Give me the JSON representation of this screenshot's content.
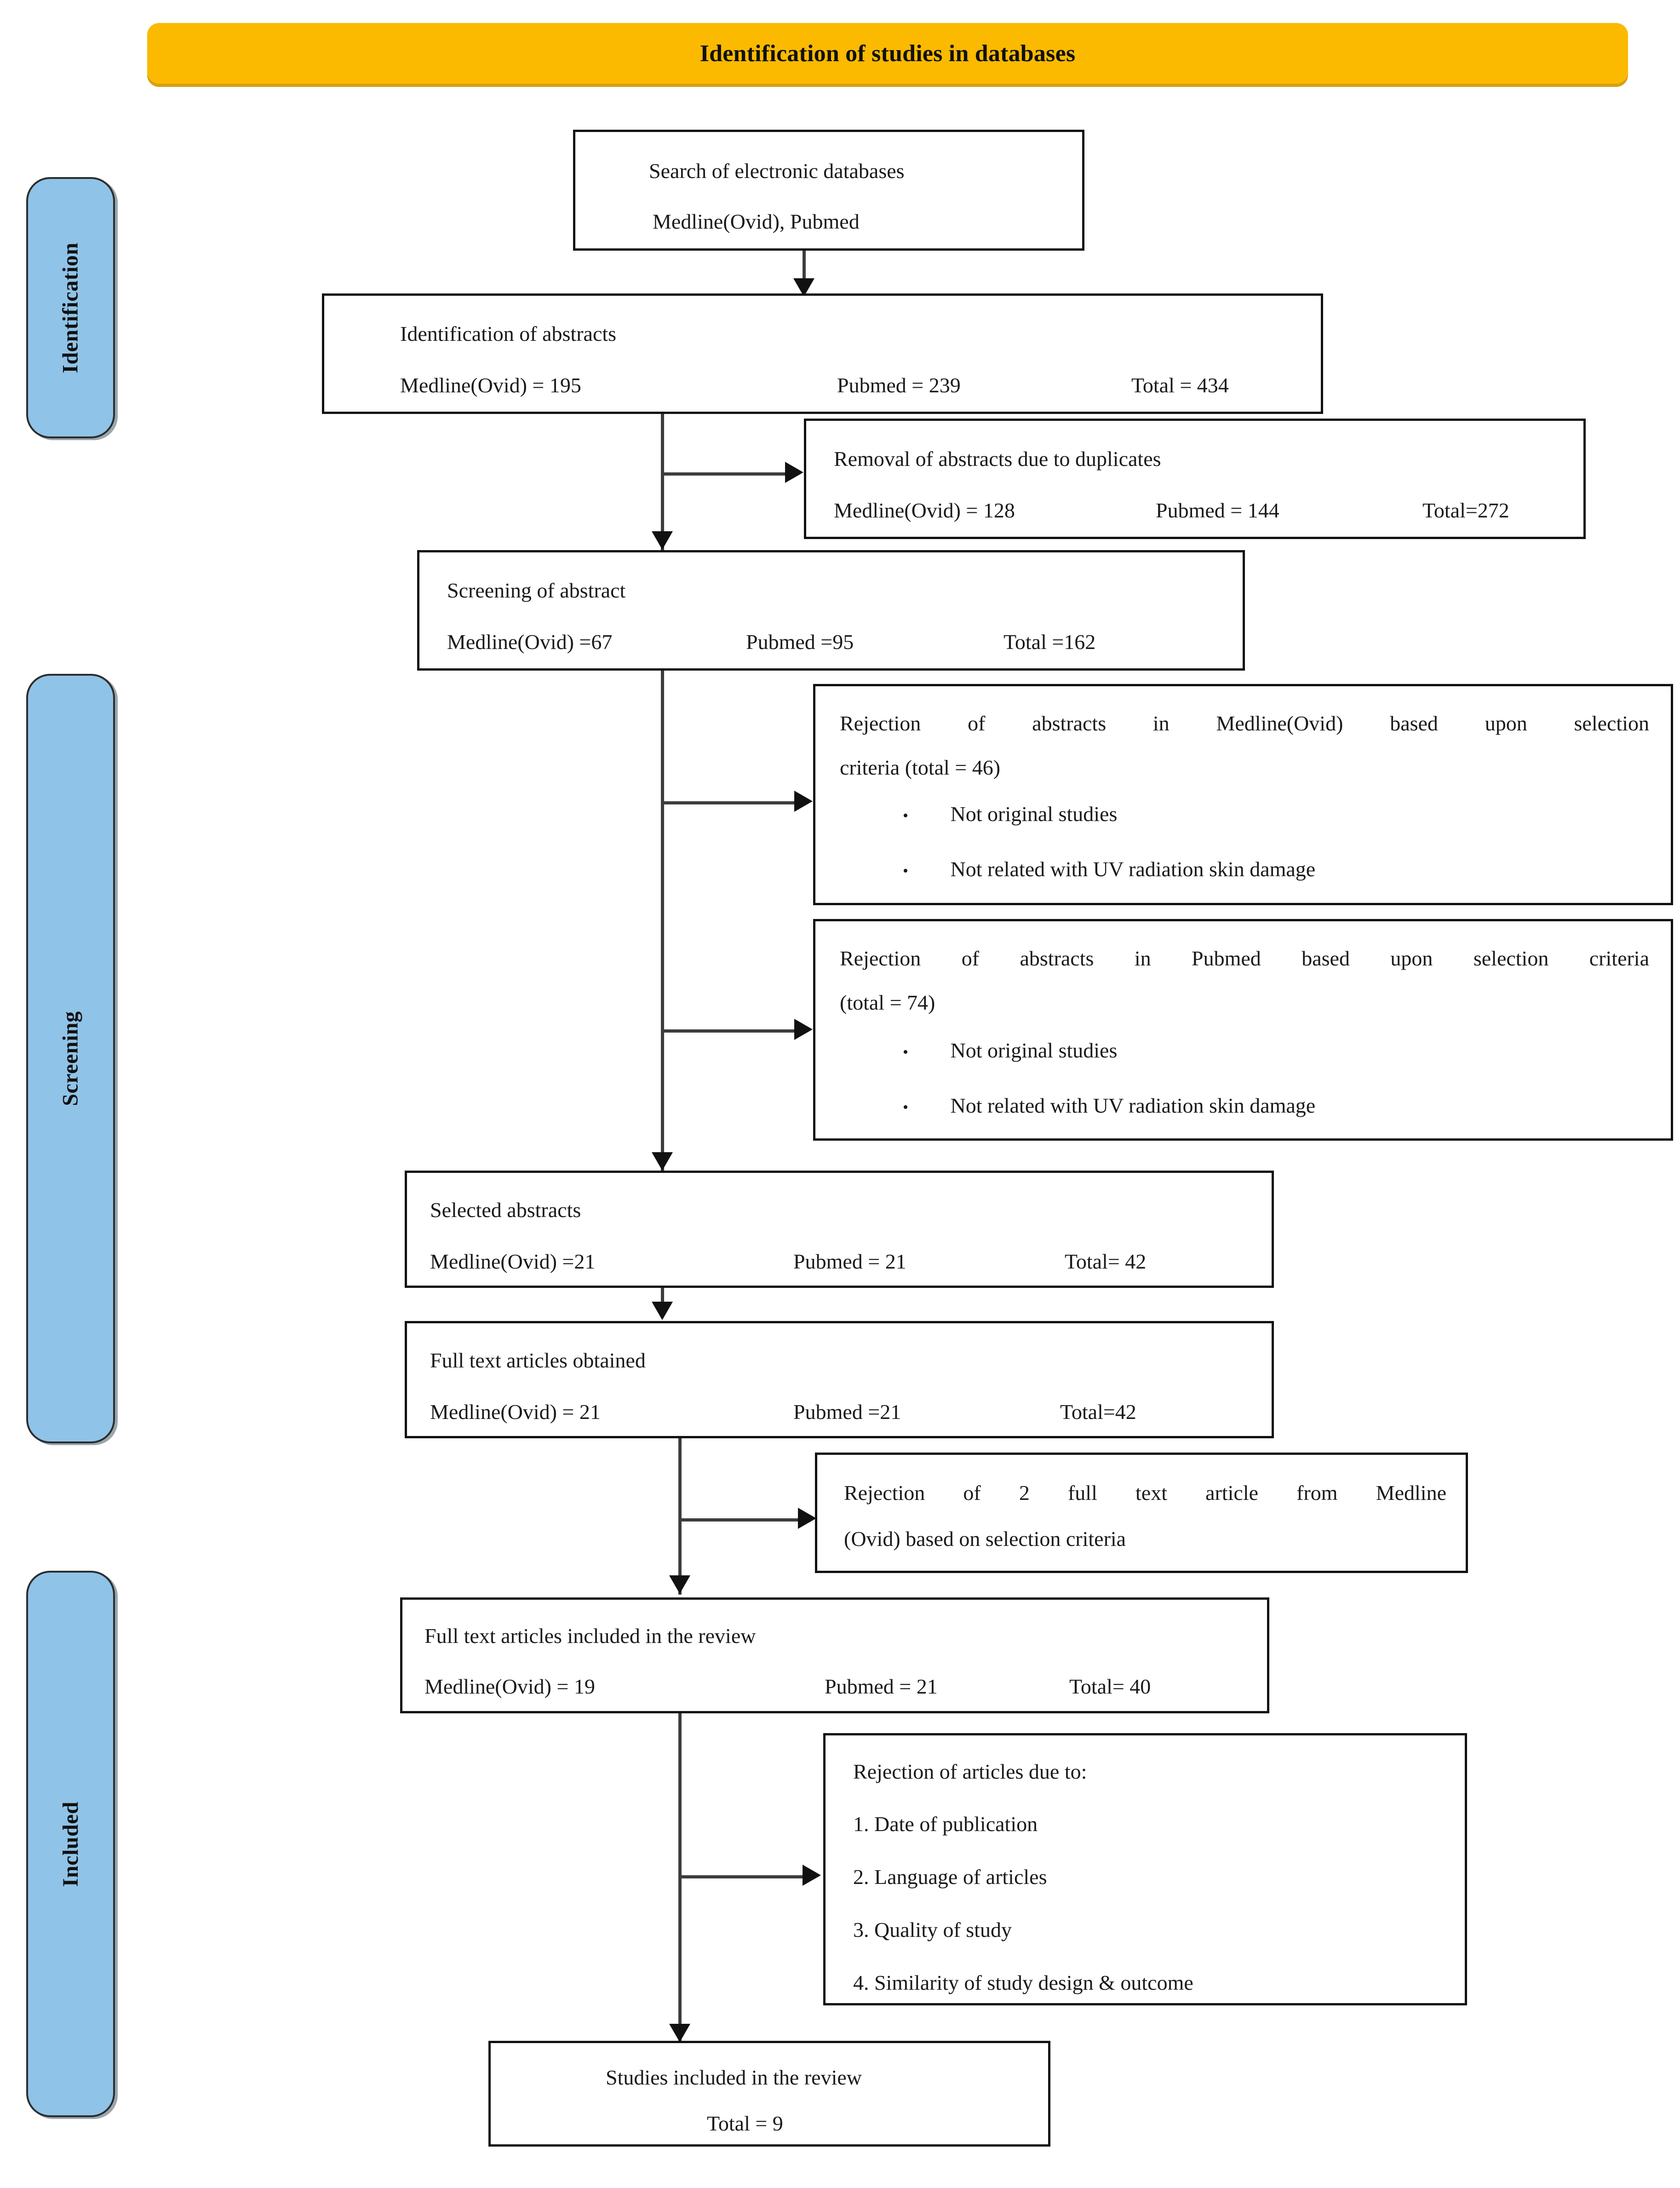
{
  "banner": {
    "title": "Identification of studies in databases"
  },
  "stages": [
    {
      "label": "Identification"
    },
    {
      "label": "Screening"
    },
    {
      "label": "Included"
    }
  ],
  "boxes": {
    "search": {
      "line1": "Search of electronic databases",
      "line2": "Medline(Ovid), Pubmed"
    },
    "identification_abstracts": {
      "title": "Identification of abstracts",
      "medline": "Medline(Ovid) = 195",
      "pubmed": "Pubmed = 239",
      "total": "Total = 434"
    },
    "removal_duplicates": {
      "title": "Removal of abstracts due to duplicates",
      "medline": "Medline(Ovid) = 128",
      "pubmed": "Pubmed = 144",
      "total": "Total=272"
    },
    "screening_abstract": {
      "title": "Screening of abstract",
      "medline": "Medline(Ovid) =67",
      "pubmed": "Pubmed =95",
      "total": "Total =162"
    },
    "rejection_medline": {
      "line1": "Rejection of abstracts in Medline(Ovid) based upon selection",
      "line2": "criteria (total = 46)",
      "bullet1": "Not original studies",
      "bullet2": "Not related with UV radiation skin damage"
    },
    "rejection_pubmed": {
      "line1": "Rejection of abstracts in Pubmed based upon selection criteria",
      "line2": "(total = 74)",
      "bullet1": "Not original studies",
      "bullet2": "Not related with UV radiation skin damage"
    },
    "selected_abstracts": {
      "title": "Selected abstracts",
      "medline": "Medline(Ovid) =21",
      "pubmed": "Pubmed = 21",
      "total": "Total= 42"
    },
    "fulltext_obtained": {
      "title": "Full text articles obtained",
      "medline": "Medline(Ovid) = 21",
      "pubmed": "Pubmed =21",
      "total": "Total=42"
    },
    "rejection_fulltext": {
      "line1": "Rejection of 2 full text article from Medline",
      "line2": "(Ovid) based on selection criteria"
    },
    "fulltext_included": {
      "title": "Full text articles included in the review",
      "medline": "Medline(Ovid) =   19",
      "pubmed": "Pubmed = 21",
      "total": "Total= 40"
    },
    "rejection_articles": {
      "title": "Rejection of articles due to:",
      "item1": "1. Date of publication",
      "item2": "2. Language of articles",
      "item3": "3. Quality of study",
      "item4": "4. Similarity of study design & outcome"
    },
    "studies_included": {
      "title": "Studies included in the review",
      "total": "Total = 9"
    }
  },
  "icons": {
    "bullet": "•"
  },
  "colors": {
    "banner_bg": "#FBBA00",
    "rail_bg": "#8FC3E8",
    "box_border": "#111111",
    "connector": "#3d3d3d"
  }
}
